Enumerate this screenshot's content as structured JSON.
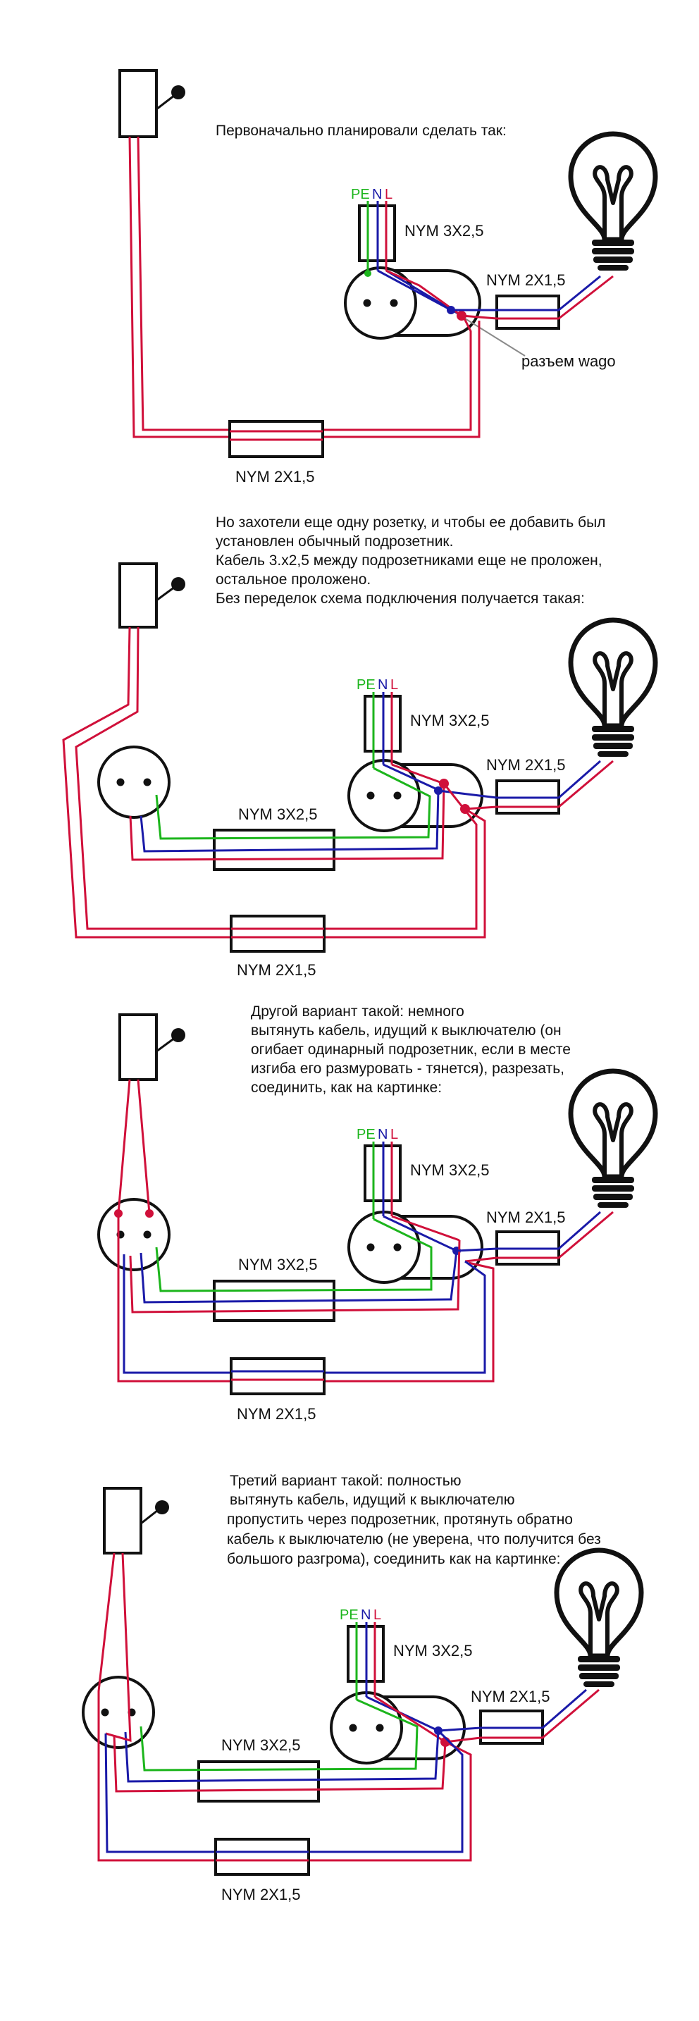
{
  "colors": {
    "line": "#111111",
    "red": "#d0103a",
    "blue": "#1a1aa8",
    "green": "#1cb51c",
    "grey": "#8a8a8a"
  },
  "icons": [
    "switch-icon",
    "socket-icon",
    "lamp-icon",
    "wago-connector-icon"
  ],
  "common": {
    "pe": "PE",
    "n": "N",
    "l": "L",
    "nym_3x25": "NYM 3X2,5",
    "nym_2x15": "NYM 2X1,5"
  },
  "section1": {
    "title": "Первоначально планировали сделать так:",
    "wago_label": "разъем wago"
  },
  "section2": {
    "lines": [
      "Но  захотели еще одну розетку, и чтобы ее добавить был",
      "установлен обычный подрозетник.",
      "Кабель     3.x2,5 между подрозетниками еще не проложен,",
      "остальное проложено.",
      "",
      "Без переделок схема подключения получается такая:"
    ]
  },
  "section3": {
    "lines": [
      "Другой вариант такой:  немного",
      "вытянуть кабель, идущий к выключателю (он",
      "огибает одинарный подрозетник, если в месте",
      "изгиба его размуровать - тянется), разрезать,",
      "соединить, как на картинке:"
    ]
  },
  "section4": {
    "lines": [
      "Третий  вариант такой:  полностью",
      " вытянуть кабель, идущий к выключателю",
      "пропустить через подрозетник, протянуть обратно",
      "кабель к выключателю (не уверена, что получится без",
      "большого разгрома), соединить как на картинке:"
    ]
  }
}
